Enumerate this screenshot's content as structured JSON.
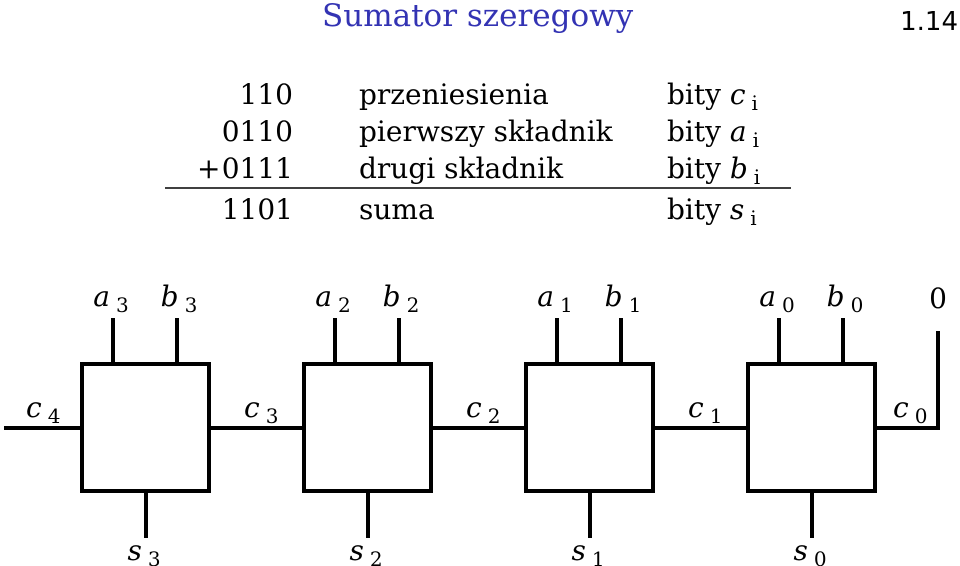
{
  "slide": {
    "title": "Sumator szeregowy",
    "page_number": "1.14",
    "title_color": "#3333b3"
  },
  "addition_table": {
    "rows": [
      {
        "sign": "",
        "bits": "110",
        "description": "przeniesienia",
        "role_prefix": "bity",
        "var": "c",
        "sub": "i"
      },
      {
        "sign": "",
        "bits": "0110",
        "description": "pierwszy składnik",
        "role_prefix": "bity",
        "var": "a",
        "sub": "i"
      },
      {
        "sign": "+",
        "bits": "0111",
        "description": "drugi składnik",
        "role_prefix": "bity",
        "var": "b",
        "sub": "i"
      },
      {
        "sign": "",
        "bits": "1101",
        "description": "suma",
        "role_prefix": "bity",
        "var": "s",
        "sub": "i"
      }
    ]
  },
  "circuit": {
    "stages": [
      {
        "a_var": "a",
        "a_sub": "3",
        "b_var": "b",
        "b_sub": "3",
        "s_var": "s",
        "s_sub": "3"
      },
      {
        "a_var": "a",
        "a_sub": "2",
        "b_var": "b",
        "b_sub": "2",
        "s_var": "s",
        "s_sub": "2"
      },
      {
        "a_var": "a",
        "a_sub": "1",
        "b_var": "b",
        "b_sub": "1",
        "s_var": "s",
        "s_sub": "1"
      },
      {
        "a_var": "a",
        "a_sub": "0",
        "b_var": "b",
        "b_sub": "0",
        "s_var": "s",
        "s_sub": "0"
      }
    ],
    "carries": [
      {
        "var": "c",
        "sub": "4"
      },
      {
        "var": "c",
        "sub": "3"
      },
      {
        "var": "c",
        "sub": "2"
      },
      {
        "var": "c",
        "sub": "1"
      },
      {
        "var": "c",
        "sub": "0"
      }
    ],
    "carry_in_value": "0"
  }
}
